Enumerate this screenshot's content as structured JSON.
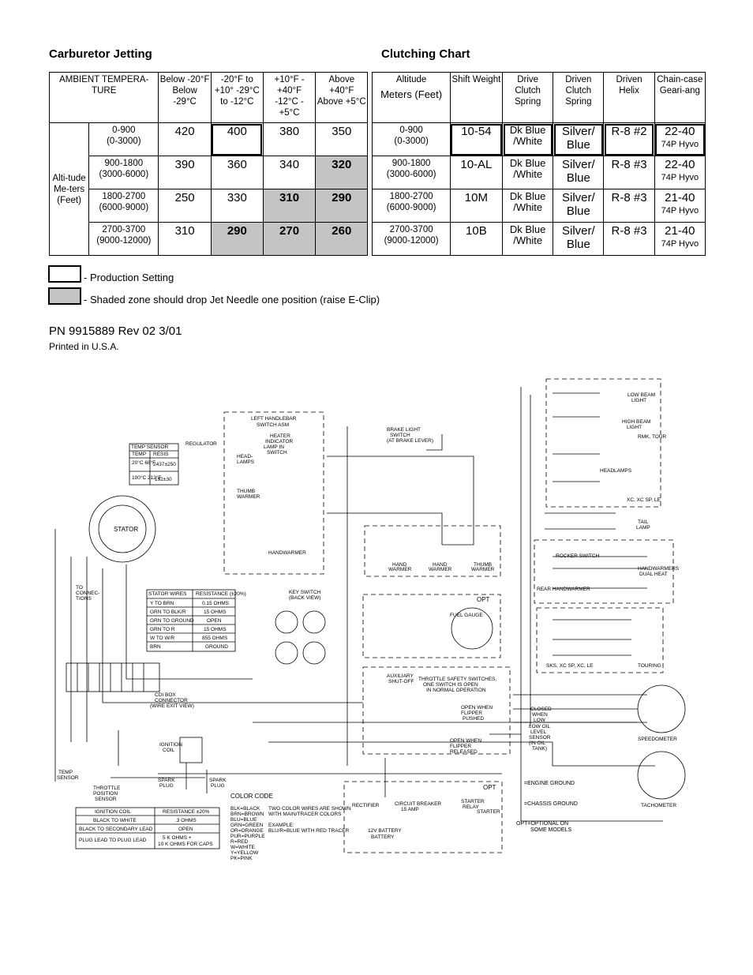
{
  "headings": {
    "carb": "Carburetor Jetting",
    "clutch": "Clutching Chart"
  },
  "carb_table": {
    "ambient_header": "AMBIENT TEMPERA-TURE",
    "temp_columns": [
      "Below -20°F Below -29°C",
      "-20°F to +10° -29°C to -12°C",
      "+10°F - +40°F -12°C - +5°C",
      "Above +40°F Above +5°C"
    ],
    "side_label": "Alti-tude Me-ters (Feet)",
    "rows": [
      {
        "alt": "0-900",
        "alt_ft": "(0-3000)",
        "vals": [
          "420",
          "400",
          "380",
          "350"
        ]
      },
      {
        "alt": "900-1800",
        "alt_ft": "(3000-6000)",
        "vals": [
          "390",
          "360",
          "340",
          "320"
        ]
      },
      {
        "alt": "1800-2700",
        "alt_ft": "(6000-9000)",
        "vals": [
          "250",
          "330",
          "310",
          "290"
        ]
      },
      {
        "alt": "2700-3700",
        "alt_ft": "(9000-12000)",
        "vals": [
          "310",
          "290",
          "270",
          "260"
        ]
      }
    ]
  },
  "clutch_table": {
    "headers": {
      "altitude": "Altitude",
      "altitude_units": "Meters (Feet)",
      "shift_weight": "Shift Weight",
      "drive_spring": "Drive Clutch Spring",
      "driven_spring": "Driven Clutch Spring",
      "driven_helix": "Driven Helix",
      "chaincase": "Chain-case Geari-ang"
    },
    "rows": [
      {
        "alt": "0-900",
        "alt_ft": "(0-3000)",
        "weight": "10-54",
        "drive": "Dk Blue /White",
        "driven": "Silver/ Blue",
        "helix": "R-8 #2",
        "gear": "22-40",
        "gear_sub": "74P Hyvo"
      },
      {
        "alt": "900-1800",
        "alt_ft": "(3000-6000)",
        "weight": "10-AL",
        "drive": "Dk Blue /White",
        "driven": "Silver/ Blue",
        "helix": "R-8 #3",
        "gear": "22-40",
        "gear_sub": "74P Hyvo"
      },
      {
        "alt": "1800-2700",
        "alt_ft": "(6000-9000)",
        "weight": "10M",
        "drive": "Dk Blue /White",
        "driven": "Silver/ Blue",
        "helix": "R-8 #3",
        "gear": "21-40",
        "gear_sub": "74P Hyvo"
      },
      {
        "alt": "2700-3700",
        "alt_ft": "(9000-12000)",
        "weight": "10B",
        "drive": "Dk Blue /White",
        "driven": "Silver/ Blue",
        "helix": "R-8 #3",
        "gear": "21-40",
        "gear_sub": "74P Hyvo"
      }
    ]
  },
  "legend": {
    "production": "- Production Setting",
    "shaded": "- Shaded zone should drop Jet Needle one position (raise E-Clip)"
  },
  "part_number": "PN 9915889  Rev 02 3/01",
  "printed": "Printed in U.S.A.",
  "colors": {
    "shade": "#c4c4c4",
    "line": "#000000"
  },
  "diagram": {
    "temp_sensor": {
      "title": "TEMP SENSOR",
      "col1": "TEMP",
      "col2": "RESIS",
      "rows": [
        [
          "20°C 68°F",
          "2437±250"
        ],
        [
          "100°C 212°F",
          "192±30"
        ]
      ]
    },
    "stator_label": "STATOR",
    "regulator": "REGULATOR",
    "left_handlebar": "LEFT HANDLEBAR SWITCH ASM",
    "heater_indicator": "HEATER INDICATOR LAMP IN SWITCH",
    "brake_light_switch": "BRAKE LIGHT SWITCH (AT BRAKE LEVER)",
    "stator_table": {
      "head": [
        "STATOR WIRES",
        "RESISTANCE (±20%)"
      ],
      "rows": [
        [
          "Y TO BRN",
          "0.15 OHMS"
        ],
        [
          "GRN TO BLK/R",
          "15 OHMS"
        ],
        [
          "GRN TO GROUND",
          "OPEN"
        ],
        [
          "GRN TO R",
          "15 OHMS"
        ],
        [
          "W TO W/R",
          "855 OHMS"
        ],
        [
          "BRN",
          "GROUND"
        ]
      ]
    },
    "ignition_table": {
      "head": [
        "IGNITION COIL",
        "RESISTANCE ±20%"
      ],
      "rows": [
        [
          "BLACK TO WHITE",
          ".3 OHMS"
        ],
        [
          "BLACK TO SECONDARY LEAD",
          "OPEN"
        ],
        [
          "PLUG LEAD TO PLUG LEAD",
          "5 K OHMS + 10 K OHMS FOR CAPS"
        ]
      ]
    },
    "color_code": {
      "title": "COLOR CODE",
      "items": [
        "BLK=BLACK",
        "BRN=BROWN",
        "BLU=BLUE",
        "GRN=GREEN",
        "OR=ORANGE",
        "PUR=PURPLE",
        "R=RED",
        "W=WHITE",
        "Y=YELLOW",
        "PK=PINK"
      ],
      "note": "TWO COLOR WIRES ARE SHOWN WITH MAIN/TRACER COLORS",
      "example": "EXAMPLE: BLU/R=BLUE WITH RED TRACER"
    },
    "ground_legend": {
      "engine": "=ENGINE GROUND",
      "chassis": "=CHASSIS GROUND",
      "opt": "OPT=OPTIONAL ON SOME MODELS"
    },
    "labels": [
      "LOW BEAM LIGHT",
      "HIGH BEAM LIGHT",
      "RMK, TOUR",
      "HEADLAMPS",
      "XC, XC SP, LE",
      "TAIL LAMP",
      "HANDWARMERS DUAL HEAT",
      "ROCKER SWITCH",
      "TOURING",
      "SKS, XC SP, XC, LE",
      "SPEEDOMETER",
      "TACHOMETER",
      "FUEL GAUGE",
      "OPT",
      "HAND WARMER",
      "THUMB WARMER",
      "KEY SWITCH (BACK VIEW)",
      "AUXILIARY SHUT-OFF",
      "THROTTLE SAFETY SWITCHES, ONE SWITCH IS OPEN IN NORMAL OPERATION",
      "OPEN WHEN FLIPPER PUSHED",
      "OPEN WHEN FLIPPER RELEASED",
      "CLOSED WHEN LOW",
      "LOW OIL LEVEL SENSOR (IN OIL TANK)",
      "RECTIFIER",
      "CIRCUIT BREAKER 15 AMP",
      "STARTER RELAY",
      "STARTER",
      "12V BATTERY",
      "IGNITION COIL",
      "SPARK PLUG",
      "THROTTLE POSITION SENSOR",
      "TEMP SENSOR",
      "CDI BOX CONNECTOR (WIRE EXIT VIEW)",
      "TO CONNECTIONS",
      "HANDWARMER",
      "REAR HANDWARMER"
    ]
  }
}
